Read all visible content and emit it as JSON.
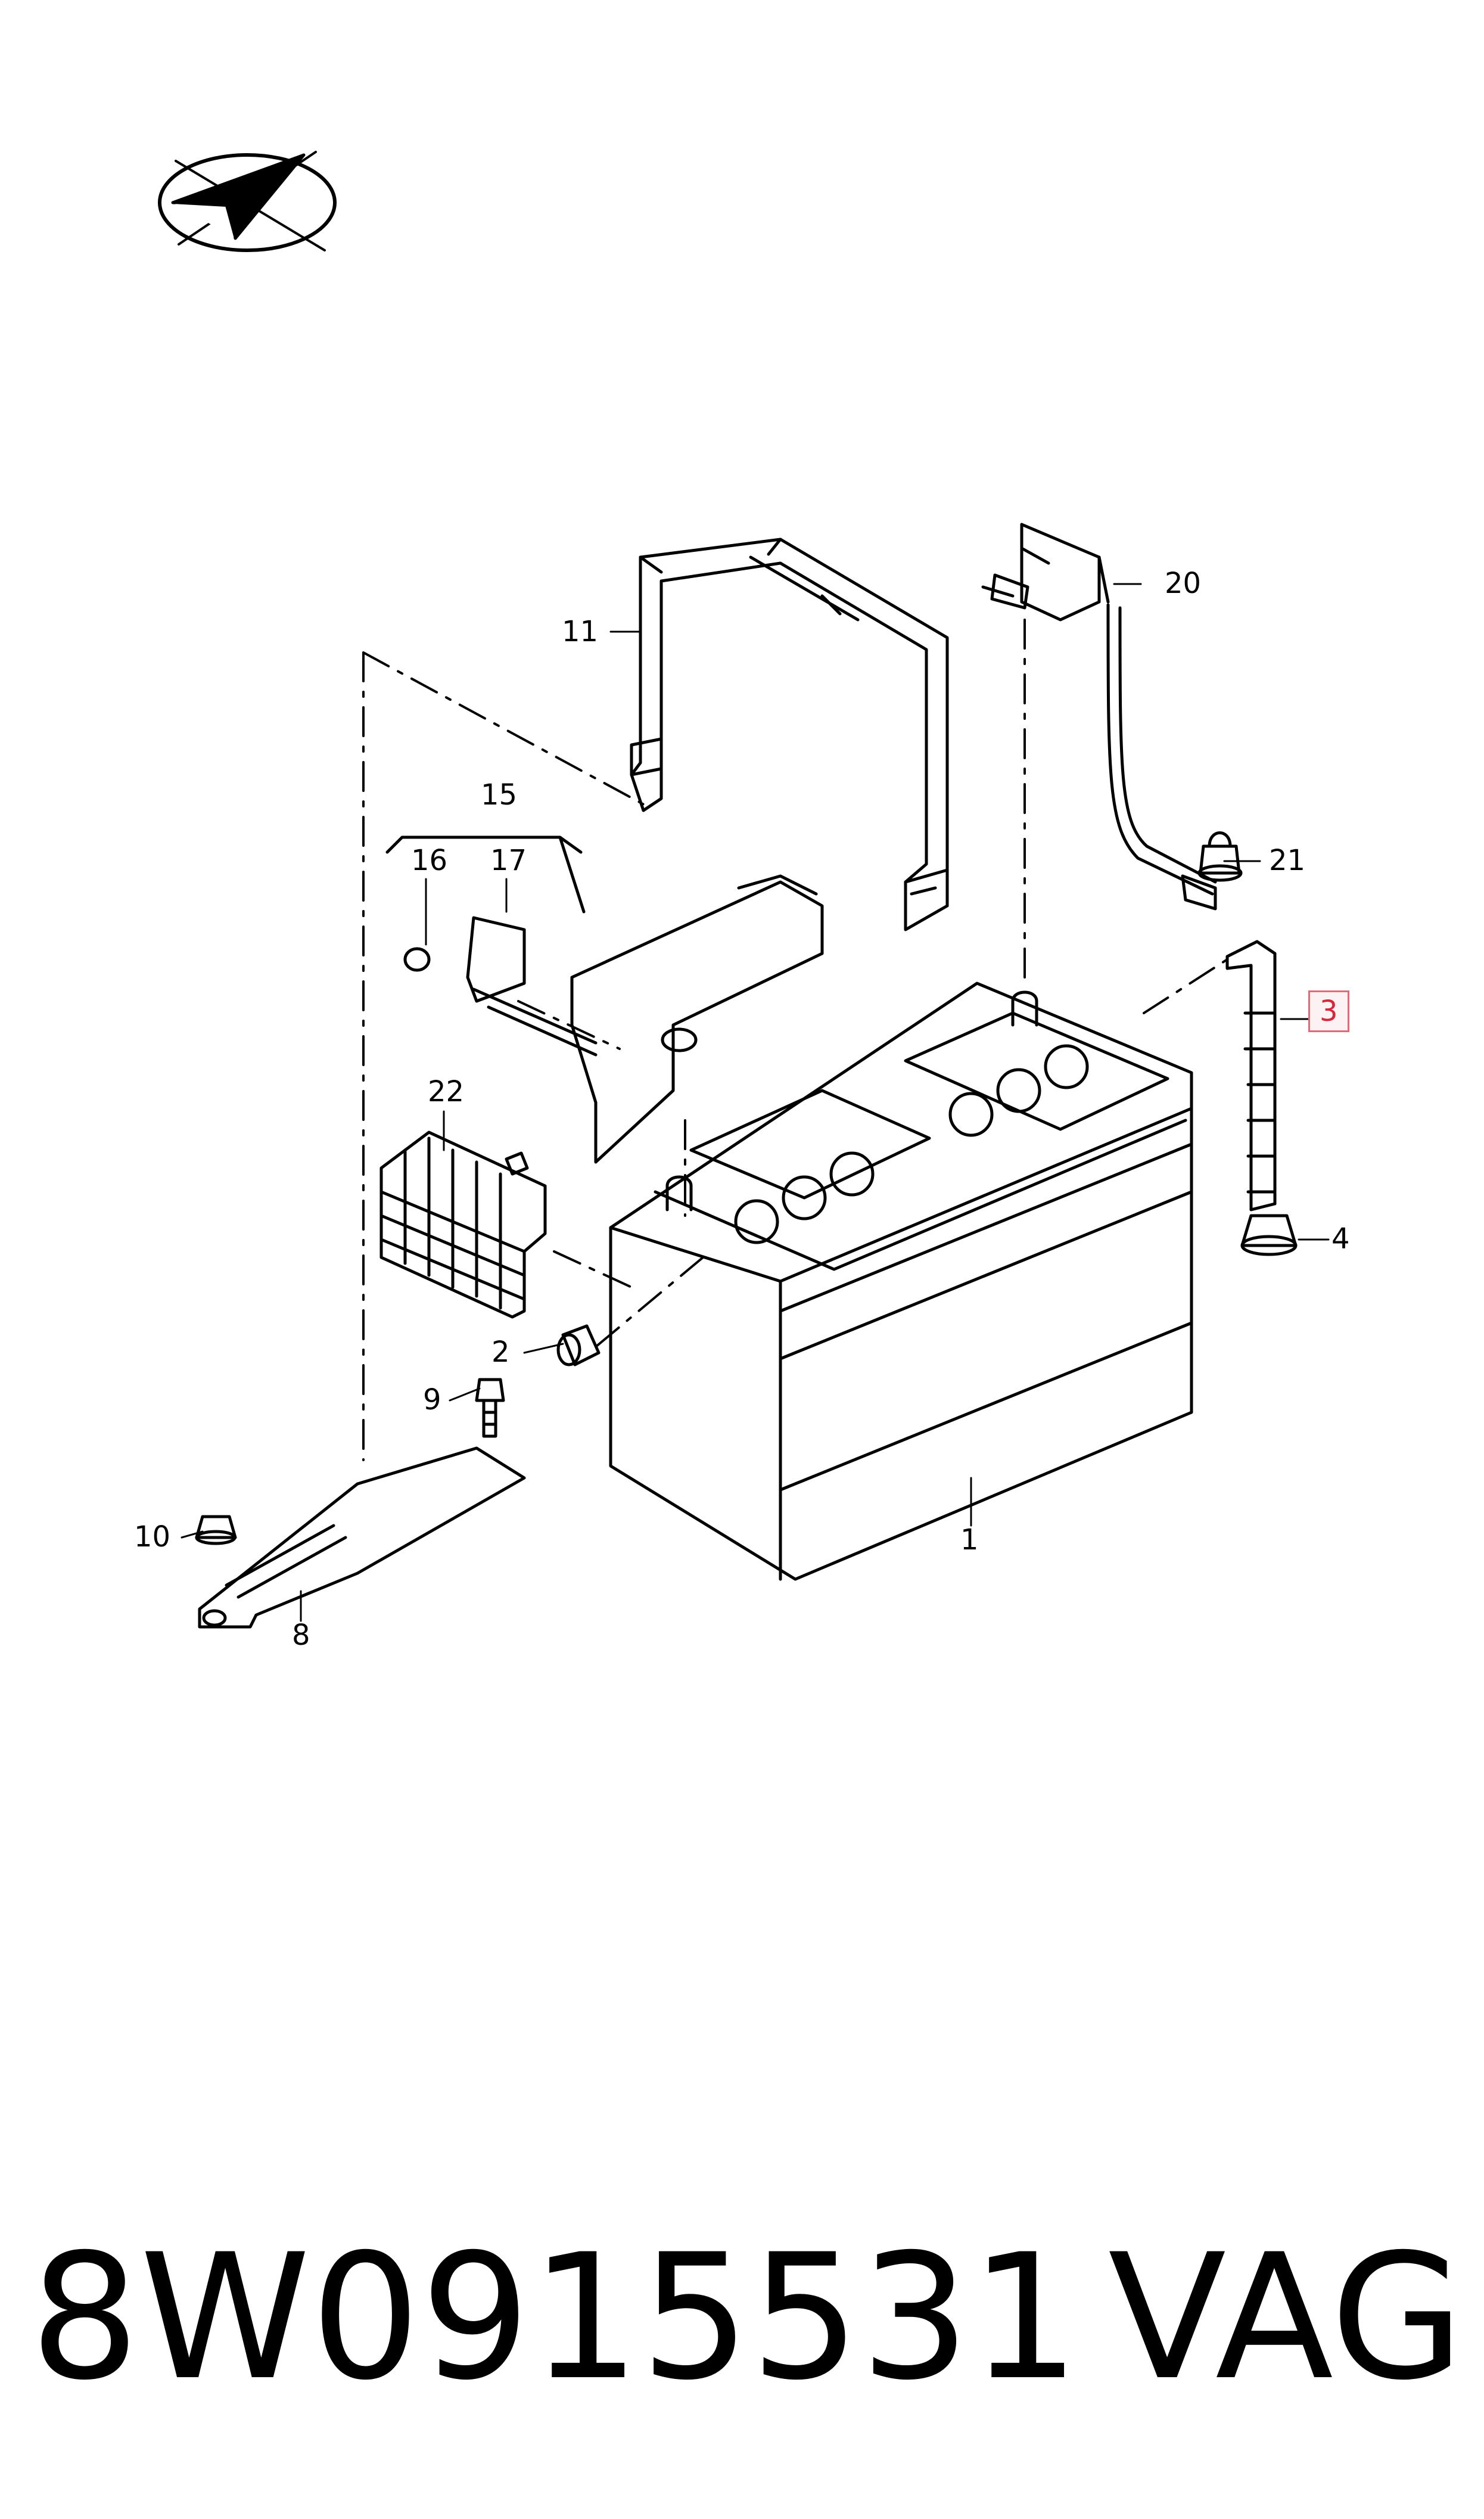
{
  "callouts": {
    "c1": "1",
    "c2": "2",
    "c3": "3",
    "c4": "4",
    "c8": "8",
    "c9": "9",
    "c10": "10",
    "c11": "11",
    "c15": "15",
    "c16": "16",
    "c17": "17",
    "c20": "20",
    "c21": "21",
    "c22": "22"
  },
  "highlighted_callout": "3",
  "colors": {
    "line": "#000000",
    "highlight_text": "#d9253a",
    "highlight_border": "#e26a77",
    "highlight_fill": "#fdf2f3"
  },
  "footer": {
    "part_number": "8W0915531",
    "brand": "VAG"
  },
  "logo": {
    "icon": "checkmark-in-ellipse-logo"
  }
}
